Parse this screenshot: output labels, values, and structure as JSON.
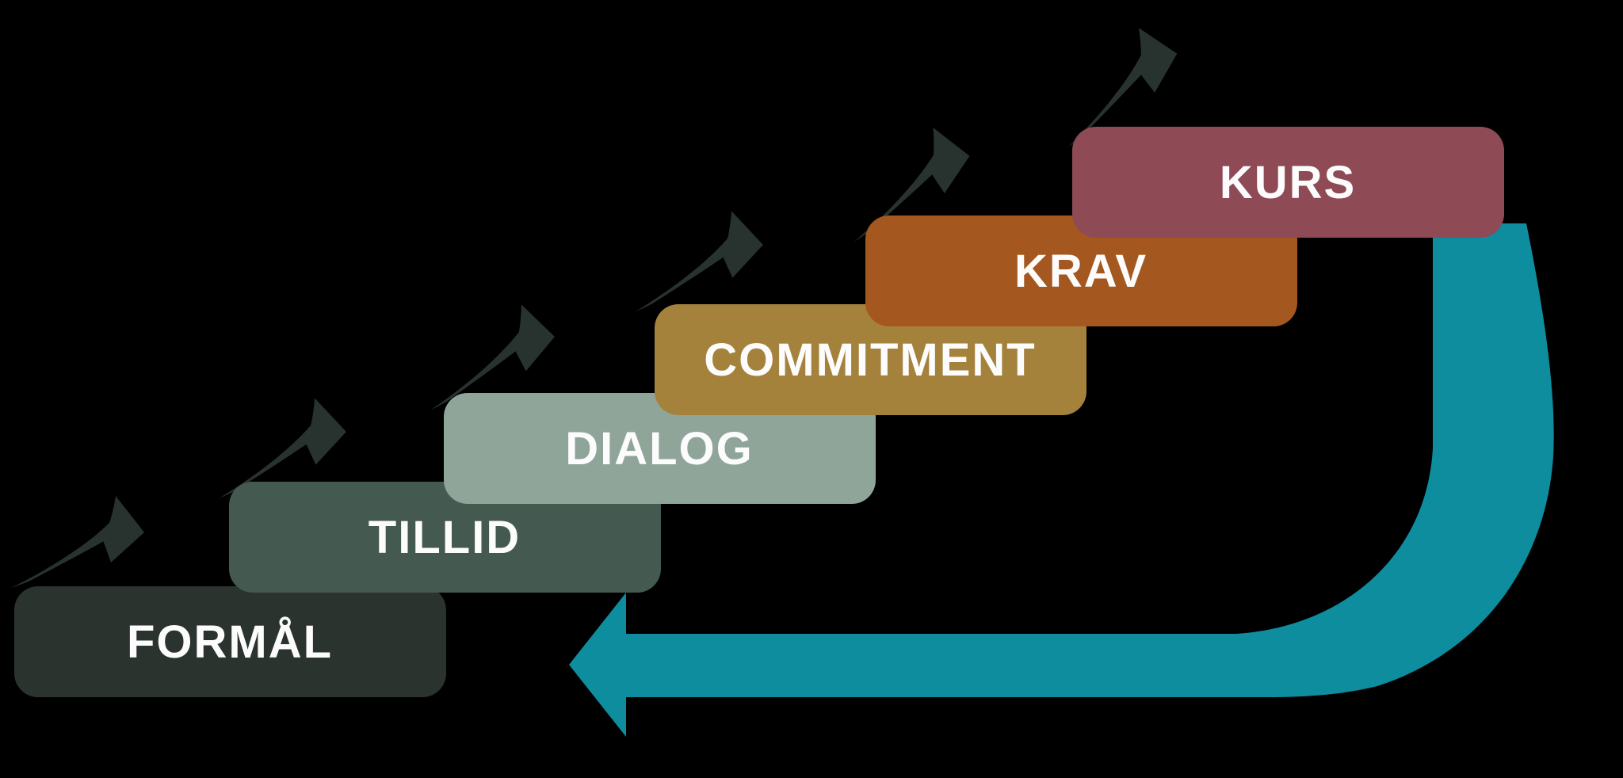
{
  "steps": [
    {
      "label": "FORMÅL",
      "color": "#2a332e"
    },
    {
      "label": "TILLID",
      "color": "#44594f"
    },
    {
      "label": "DIALOG",
      "color": "#90a59a"
    },
    {
      "label": "COMMITMENT",
      "color": "#a5823c"
    },
    {
      "label": "KRAV",
      "color": "#a4581f"
    },
    {
      "label": "KURS",
      "color": "#8e4a55"
    }
  ],
  "colors": {
    "background": "#000000",
    "step_arrow": "#28332f",
    "loop_arrow": "#0e8d9e",
    "label_text": "#fcfcfc"
  }
}
